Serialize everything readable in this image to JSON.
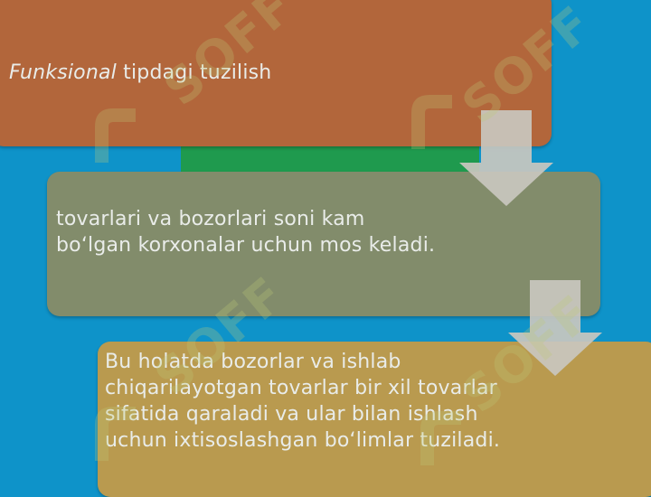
{
  "steps": [
    {
      "title_em": "Funksional",
      "title_rest": " tipdagi tuzilish"
    },
    {
      "text": "tovarlari va bozorlari soni kam bo‘lgan korxonalar uchun mos keladi."
    },
    {
      "text": "Bu holatda bozorlar va ishlab chiqarilayotgan tovarlar bir xil tovarlar sifatida qaraladi va ular bilan ishlash uchun ixtisoslashgan bo‘limlar tuziladi."
    }
  ],
  "watermark": "SOFF",
  "colors": {
    "background": "#0e93c9",
    "step1": "#b2663b",
    "step2": "#828c6b",
    "step3": "#b99a4f",
    "arrow": "#c9c7bf",
    "text": "#e9ece9"
  }
}
